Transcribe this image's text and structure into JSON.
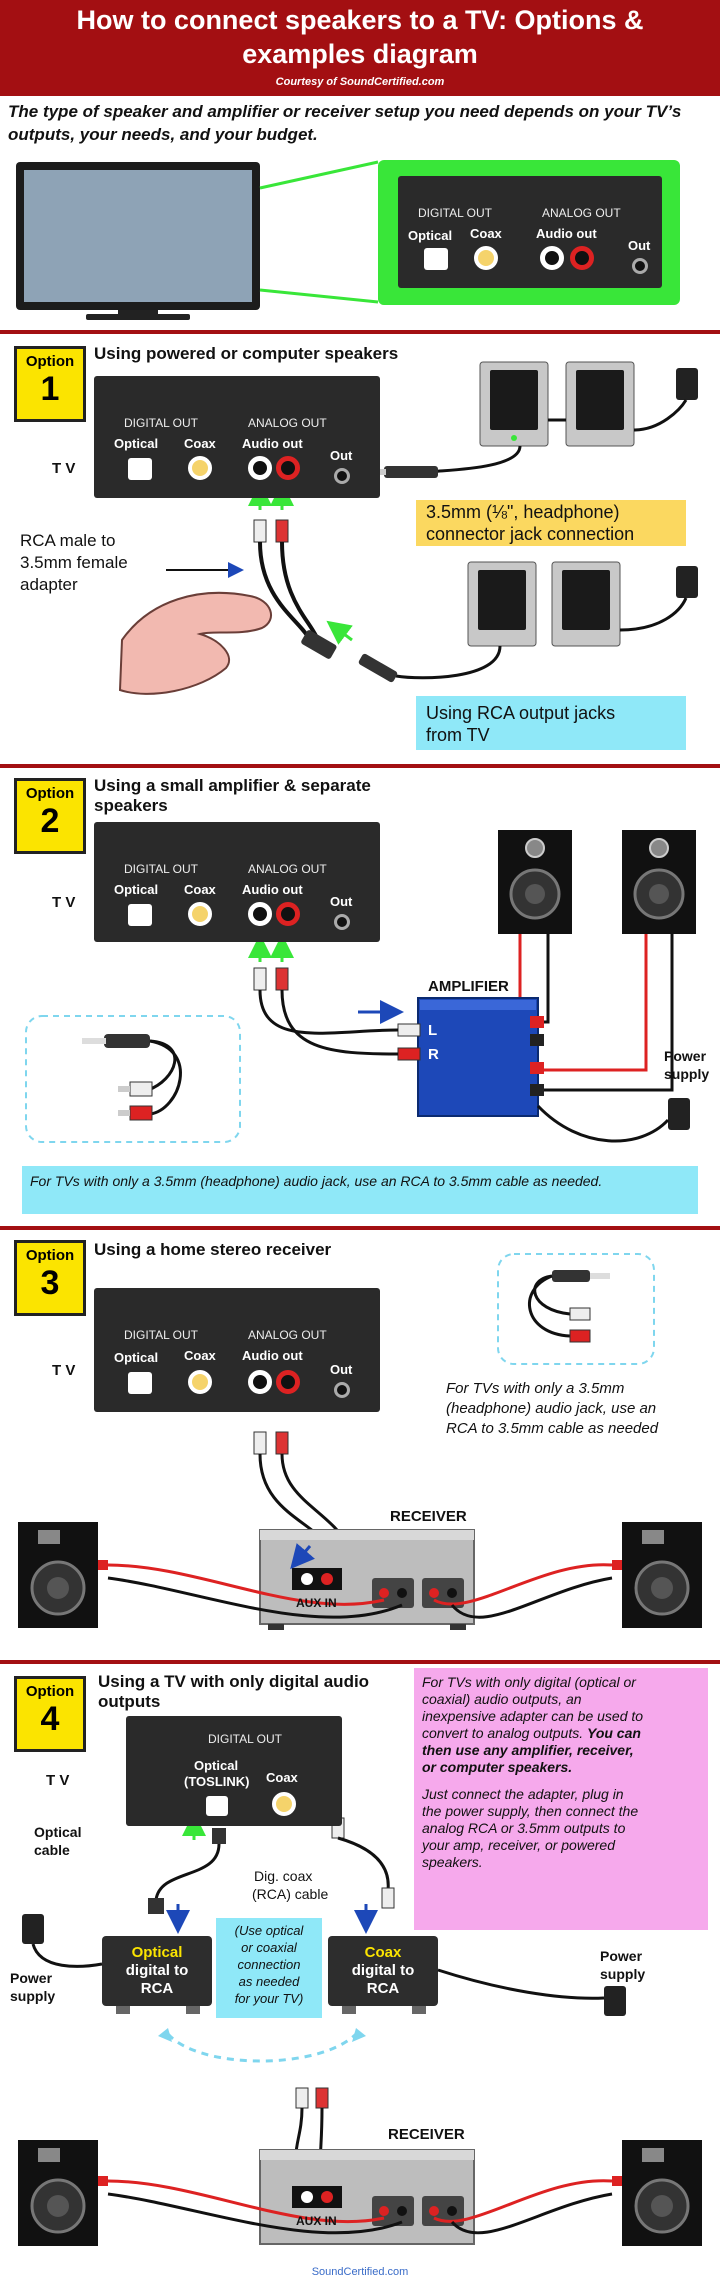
{
  "header": {
    "title_line1": "How to connect speakers to a TV: Options &",
    "title_line2": "examples diagram",
    "credit": "Courtesy of SoundCertified.com"
  },
  "intro": "The type of speaker and amplifier or receiver setup you need depends on your TV’s outputs, your needs, and your budget.",
  "panel_labels": {
    "digital_out": "DIGITAL OUT",
    "analog_out": "ANALOG OUT",
    "optical": "Optical",
    "coax": "Coax",
    "audio_out": "Audio out",
    "out": "Out",
    "tv": "T V"
  },
  "option_word": "Option",
  "option1": {
    "number": "1",
    "title": "Using powered or computer speakers",
    "adapter_label_1": "RCA male to",
    "adapter_label_2": "3.5mm female",
    "adapter_label_3": "adapter",
    "callout_jack_1": "3.5mm (⅛\", headphone)",
    "callout_jack_2": "connector jack connection",
    "callout_rca_1": "Using RCA output jacks",
    "callout_rca_2": "from TV"
  },
  "option2": {
    "number": "2",
    "title_1": "Using a small amplifier & separate",
    "title_2": "speakers",
    "amplifier": "AMPLIFIER",
    "left": "L",
    "right": "R",
    "power_1": "Power",
    "power_2": "supply",
    "note": "For TVs with only a 3.5mm (headphone) audio jack, use an RCA to 3.5mm cable as needed."
  },
  "option3": {
    "number": "3",
    "title": "Using a home stereo receiver",
    "receiver": "RECEIVER",
    "aux_in": "AUX IN",
    "note_1": "For TVs with only a 3.5mm",
    "note_2": "(headphone) audio jack, use an",
    "note_3": "RCA to 3.5mm cable as needed"
  },
  "option4": {
    "number": "4",
    "title_1": "Using a TV with only digital audio",
    "title_2": "outputs",
    "optical_toslink_1": "Optical",
    "optical_toslink_2": "(TOSLINK)",
    "optical_cable_1": "Optical",
    "optical_cable_2": "cable",
    "dig_coax_1": "Dig. coax",
    "dig_coax_2": "(RCA) cable",
    "conv_opt_1": "Optical",
    "conv_opt_2": "digital to",
    "conv_opt_3": "RCA",
    "conv_coax_1": "Coax",
    "conv_coax_2": "digital to",
    "conv_coax_3": "RCA",
    "use_note_1": "(Use optical",
    "use_note_2": "or coaxial",
    "use_note_3": "connection",
    "use_note_4": "as needed",
    "use_note_5": "for your TV)",
    "power_1": "Power",
    "power_2": "supply",
    "receiver": "RECEIVER",
    "aux_in": "AUX IN",
    "pink_p1_a": "For TVs with only digital (optical or",
    "pink_p1_b": "coaxial) audio outputs, an",
    "pink_p1_c": "inexpensive adapter can be used to",
    "pink_p1_d": "convert to analog outputs.",
    "pink_p1_e": "You can",
    "pink_p1_f": "then use any amplifier, receiver,",
    "pink_p1_g": "or computer speakers.",
    "pink_p2_a": "Just connect the adapter, plug in",
    "pink_p2_b": "the power supply, then connect the",
    "pink_p2_c": "analog RCA or 3.5mm outputs to",
    "pink_p2_d": "your amp, receiver, or powered",
    "pink_p2_e": "speakers."
  },
  "footer": "SoundCertified.com",
  "colors": {
    "header_red": "#a30f12",
    "badge_yellow": "#fbe400",
    "panel_dark": "#2a2a2a",
    "highlight_green": "#39e639",
    "callout_orange": "#fbd860",
    "callout_cyan": "#8fe8f8",
    "note_pink": "#f6a9ec",
    "amplifier_blue": "#1d48b8"
  }
}
